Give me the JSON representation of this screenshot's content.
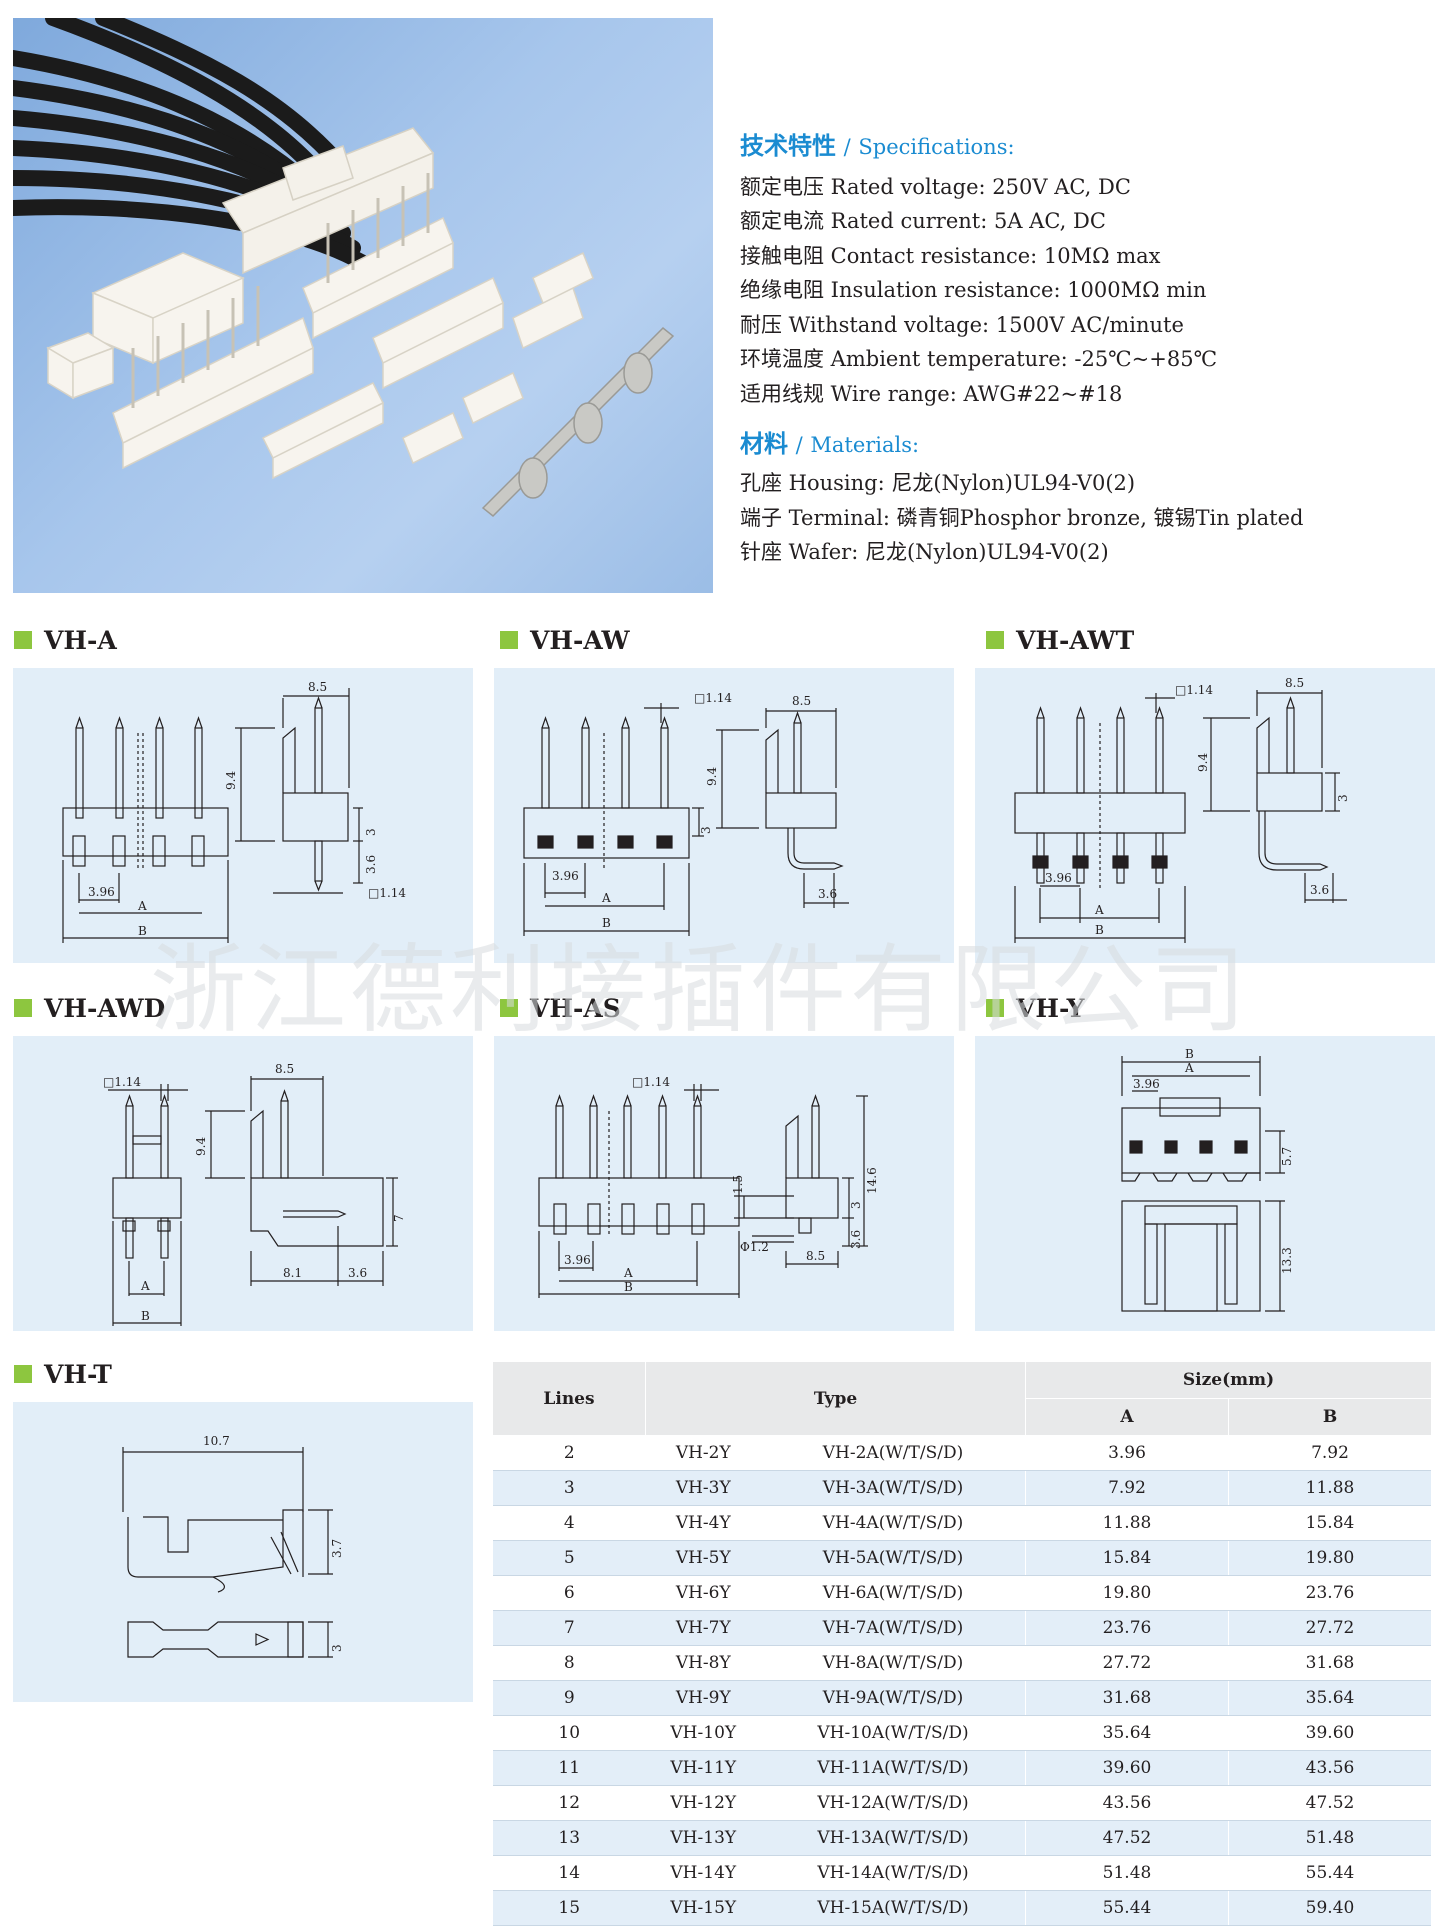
{
  "specifications": {
    "heading_cn": "技术特性",
    "heading_sep": "/",
    "heading_en": "Specifications:",
    "lines": [
      "额定电压 Rated voltage: 250V AC, DC",
      "额定电流 Rated current: 5A AC, DC",
      "接触电阻 Contact resistance: 10MΩ max",
      "绝缘电阻 Insulation resistance: 1000MΩ min",
      "耐压 Withstand voltage: 1500V AC/minute",
      "环境温度 Ambient temperature: -25℃~+85℃",
      "适用线规 Wire range: AWG#22~#18"
    ]
  },
  "materials": {
    "heading_cn": "材料",
    "heading_sep": "/",
    "heading_en": "Materials:",
    "lines": [
      "孔座 Housing: 尼龙(Nylon)UL94-V0(2)",
      "端子 Terminal: 磷青铜Phosphor bronze, 镀锡Tin plated",
      "针座 Wafer: 尼龙(Nylon)UL94-V0(2)"
    ]
  },
  "sections": {
    "vh_a": {
      "title": "VH-A",
      "dims": {
        "d85": "8.5",
        "d94": "9.4",
        "d3": "3",
        "d36": "3.6",
        "d114": "□1.14",
        "d396": "3.96",
        "a": "A",
        "b": "B"
      }
    },
    "vh_aw": {
      "title": "VH-AW",
      "dims": {
        "d114": "□1.14",
        "d85": "8.5",
        "d94": "9.4",
        "d3": "3",
        "d36": "3.6",
        "d396": "3.96",
        "a": "A",
        "b": "B"
      }
    },
    "vh_awt": {
      "title": "VH-AWT",
      "dims": {
        "d114": "□1.14",
        "d85": "8.5",
        "d94": "9.4",
        "d3": "3",
        "d36": "3.6",
        "d396": "3.96",
        "a": "A",
        "b": "B"
      }
    },
    "vh_awd": {
      "title": "VH-AWD",
      "dims": {
        "d114": "□1.14",
        "d85": "8.5",
        "d94": "9.4",
        "d7": "7",
        "d81": "8.1",
        "d36": "3.6",
        "a": "A",
        "b": "B"
      }
    },
    "vh_as": {
      "title": "VH-AS",
      "dims": {
        "d114": "□1.14",
        "d15": "1.5",
        "d3": "3",
        "d146": "14.6",
        "d36": "3.6",
        "d12": "Φ1.2",
        "d85": "8.5",
        "d396": "3.96",
        "a": "A",
        "b": "B"
      }
    },
    "vh_y": {
      "title": "VH-Y",
      "dims": {
        "b": "B",
        "a": "A",
        "d396": "3.96",
        "d57": "5.7",
        "d133": "13.3"
      }
    },
    "vh_t": {
      "title": "VH-T",
      "dims": {
        "d107": "10.7",
        "d37": "3.7",
        "d3": "3"
      }
    }
  },
  "watermark": "浙江德利接插件有限公司",
  "size_table": {
    "header": {
      "lines": "Lines",
      "type": "Type",
      "size": "Size(mm)",
      "a": "A",
      "b": "B"
    },
    "rows": [
      {
        "lines": "2",
        "y": "VH-2Y",
        "a_type": "VH-2A(W/T/S/D)",
        "a": "3.96",
        "b": "7.92"
      },
      {
        "lines": "3",
        "y": "VH-3Y",
        "a_type": "VH-3A(W/T/S/D)",
        "a": "7.92",
        "b": "11.88"
      },
      {
        "lines": "4",
        "y": "VH-4Y",
        "a_type": "VH-4A(W/T/S/D)",
        "a": "11.88",
        "b": "15.84"
      },
      {
        "lines": "5",
        "y": "VH-5Y",
        "a_type": "VH-5A(W/T/S/D)",
        "a": "15.84",
        "b": "19.80"
      },
      {
        "lines": "6",
        "y": "VH-6Y",
        "a_type": "VH-6A(W/T/S/D)",
        "a": "19.80",
        "b": "23.76"
      },
      {
        "lines": "7",
        "y": "VH-7Y",
        "a_type": "VH-7A(W/T/S/D)",
        "a": "23.76",
        "b": "27.72"
      },
      {
        "lines": "8",
        "y": "VH-8Y",
        "a_type": "VH-8A(W/T/S/D)",
        "a": "27.72",
        "b": "31.68"
      },
      {
        "lines": "9",
        "y": "VH-9Y",
        "a_type": "VH-9A(W/T/S/D)",
        "a": "31.68",
        "b": "35.64"
      },
      {
        "lines": "10",
        "y": "VH-10Y",
        "a_type": "VH-10A(W/T/S/D)",
        "a": "35.64",
        "b": "39.60"
      },
      {
        "lines": "11",
        "y": "VH-11Y",
        "a_type": "VH-11A(W/T/S/D)",
        "a": "39.60",
        "b": "43.56"
      },
      {
        "lines": "12",
        "y": "VH-12Y",
        "a_type": "VH-12A(W/T/S/D)",
        "a": "43.56",
        "b": "47.52"
      },
      {
        "lines": "13",
        "y": "VH-13Y",
        "a_type": "VH-13A(W/T/S/D)",
        "a": "47.52",
        "b": "51.48"
      },
      {
        "lines": "14",
        "y": "VH-14Y",
        "a_type": "VH-14A(W/T/S/D)",
        "a": "51.48",
        "b": "55.44"
      },
      {
        "lines": "15",
        "y": "VH-15Y",
        "a_type": "VH-15A(W/T/S/D)",
        "a": "55.44",
        "b": "59.40"
      }
    ]
  }
}
